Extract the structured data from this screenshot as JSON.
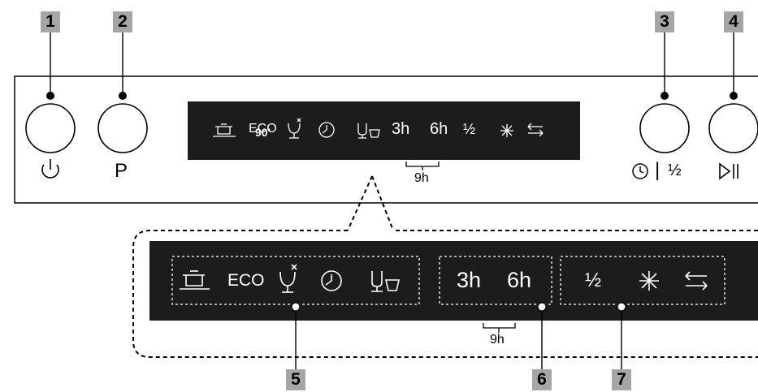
{
  "callouts": {
    "c1": "1",
    "c2": "2",
    "c3": "3",
    "c4": "4",
    "c5": "5",
    "c6": "6",
    "c7": "7"
  },
  "display": {
    "eco": "ECO",
    "three_h": "3h",
    "six_h": "6h",
    "nine_h": "9h",
    "half": "½"
  },
  "buttons": {
    "power_icon": "power-icon",
    "program_label": "P",
    "delay_half_divider": "|",
    "half_label": "½",
    "start_pause_icon": "play-pause-icon"
  },
  "colors": {
    "panel_bg": "#1c1c1c",
    "callout_bg": "#a6a6a6",
    "outline": "#000000",
    "icon": "#ffffff"
  }
}
